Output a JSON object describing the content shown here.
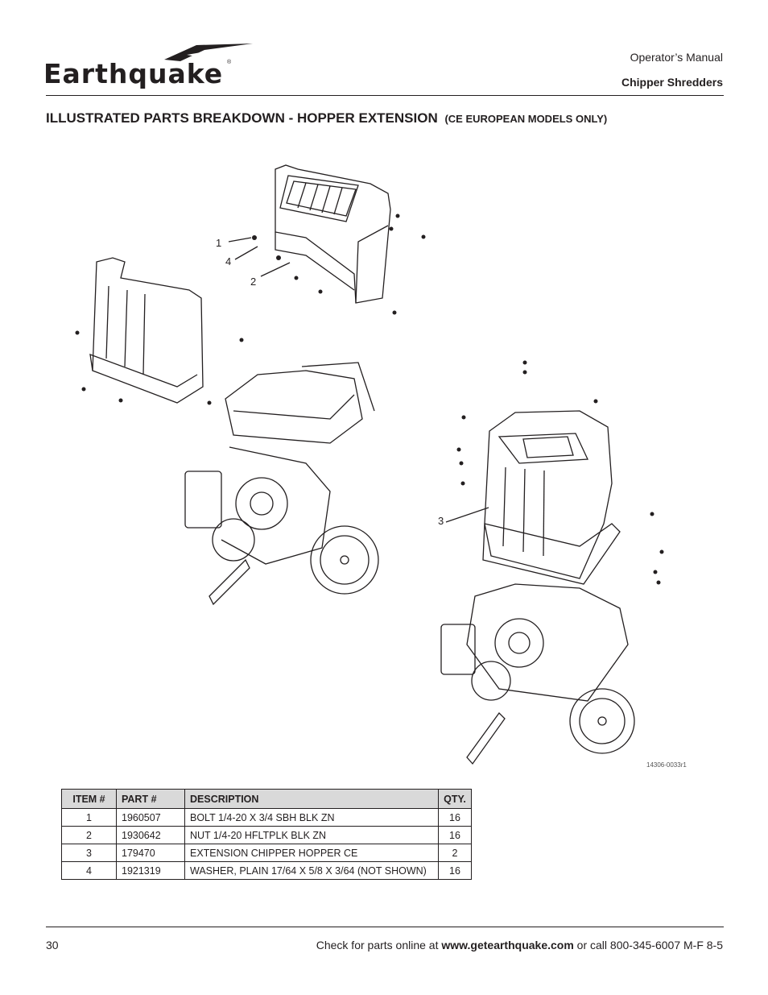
{
  "header": {
    "brand": "Earthquake",
    "manual": "Operator’s Manual",
    "product": "Chipper Shredders"
  },
  "title": {
    "main": "ILLUSTRATED PARTS BREAKDOWN - HOPPER EXTENSION",
    "sub": "(CE EUROPEAN MODELS ONLY)"
  },
  "figure": {
    "code": "14306-0033r1",
    "callouts": [
      "1",
      "4",
      "2",
      "3"
    ]
  },
  "table": {
    "headers": [
      "ITEM #",
      "PART #",
      "DESCRIPTION",
      "QTY."
    ],
    "rows": [
      {
        "item": "1",
        "part": "1960507",
        "desc": "BOLT 1/4-20 X 3/4 SBH BLK ZN",
        "qty": "16"
      },
      {
        "item": "2",
        "part": "1930642",
        "desc": "NUT 1/4-20 HFLTPLK BLK ZN",
        "qty": "16"
      },
      {
        "item": "3",
        "part": "179470",
        "desc": "EXTENSION CHIPPER HOPPER CE",
        "qty": "2"
      },
      {
        "item": "4",
        "part": "1921319",
        "desc": "WASHER, PLAIN 17/64 X 5/8 X 3/64 (NOT SHOWN)",
        "qty": "16"
      }
    ]
  },
  "footer": {
    "page": "30",
    "prefix": "Check for parts online at ",
    "url": "www.getearthquake.com",
    "suffix": " or call 800-345-6007 M-F 8-5"
  }
}
